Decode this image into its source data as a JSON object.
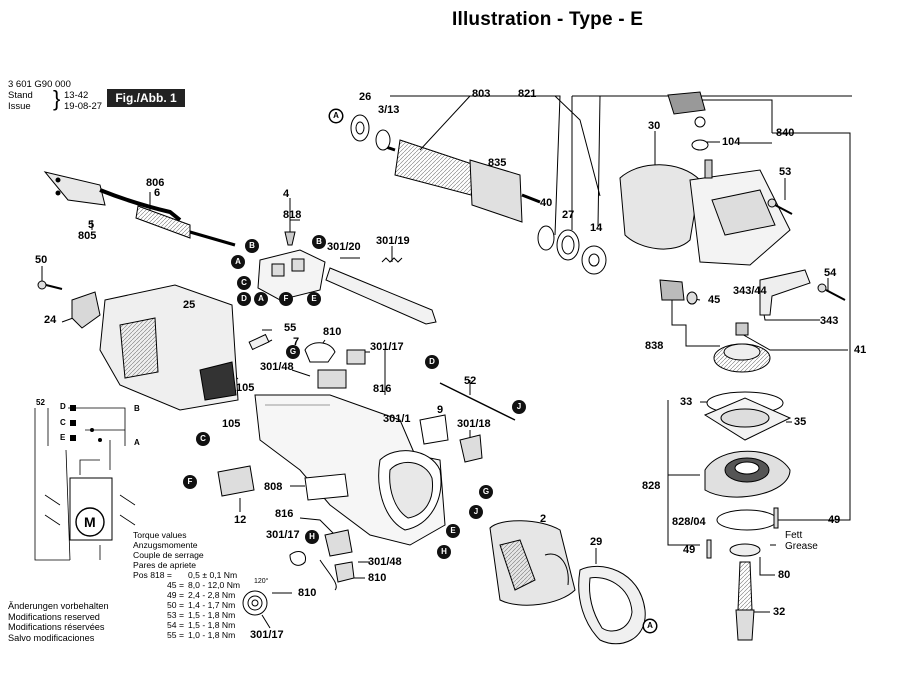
{
  "title": "Illustration - Type - E",
  "header": {
    "part_number": "3 601 G90 000",
    "stand_label": "Stand",
    "stand_value": "13-42",
    "issue_label": "Issue",
    "issue_value": "19-08-27",
    "figure": "Fig./Abb. 1"
  },
  "torque": {
    "heading": [
      "Torque values",
      "Anzugsmomente",
      "Couple de serrage",
      "Pares de apriete"
    ],
    "rows": [
      {
        "pos": "Pos 818 =",
        "value": "0,5 ± 0,1 Nm"
      },
      {
        "pos": "45 =",
        "value": "8,0 - 12,0 Nm"
      },
      {
        "pos": "49 =",
        "value": "2,4 - 2,8 Nm"
      },
      {
        "pos": "50 =",
        "value": "1,4 - 1,7 Nm"
      },
      {
        "pos": "53 =",
        "value": "1,5 - 1,8 Nm"
      },
      {
        "pos": "54 =",
        "value": "1,5 - 1,8 Nm"
      },
      {
        "pos": "55 =",
        "value": "1,0 - 1,8 Nm"
      }
    ]
  },
  "notice": [
    "Änderungen vorbehalten",
    "Modifications reserved",
    "Modifications réservées",
    "Salvo modificaciones"
  ],
  "grease_note": [
    "Fett",
    "Grease"
  ],
  "angle_note": "120°",
  "wiring": {
    "label": "52",
    "letters": [
      "D",
      "E",
      "C",
      "B",
      "A"
    ],
    "motor": "M"
  },
  "parts": {
    "p26": "26",
    "p313": "3/13",
    "p803": "803",
    "p821": "821",
    "p30": "30",
    "p104": "104",
    "p840": "840",
    "p835": "835",
    "p53": "53",
    "p40": "40",
    "p27": "27",
    "p14": "14",
    "p54": "54",
    "p34344": "343/44",
    "p45": "45",
    "p343": "343",
    "p838": "838",
    "p41": "41",
    "p33": "33",
    "p35": "35",
    "p828": "828",
    "p82804": "828/04",
    "p49a": "49",
    "p49b": "49",
    "p80": "80",
    "p32": "32",
    "p806": "806",
    "p6": "6",
    "p5": "5",
    "p805": "805",
    "p4": "4",
    "p818": "818",
    "p30120": "301/20",
    "p30119": "301/19",
    "p50": "50",
    "p24": "24",
    "p25": "25",
    "p55": "55",
    "p7": "7",
    "p810a": "810",
    "p30148a": "301/48",
    "p30117a": "301/17",
    "p816a": "816",
    "p105a": "105",
    "p105b": "105",
    "p52": "52",
    "p9": "9",
    "p3011": "301/1",
    "p30118": "301/18",
    "p12": "12",
    "p808": "808",
    "p816b": "816",
    "p30117b": "301/17",
    "p30148b": "301/48",
    "p810b": "810",
    "p2": "2",
    "p29": "29",
    "p810c": "810",
    "p30117c": "301/17"
  },
  "callouts": {
    "A": "A",
    "B": "B",
    "C": "C",
    "D": "D",
    "E": "E",
    "F": "F",
    "G": "G",
    "H": "H",
    "J": "J"
  }
}
